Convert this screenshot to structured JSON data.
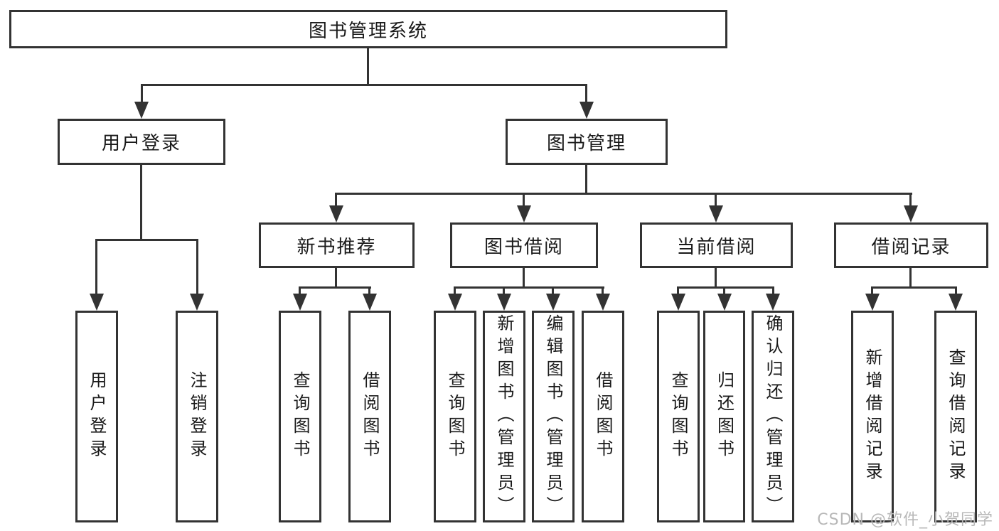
{
  "tree": {
    "root": {
      "label": "图书管理系统",
      "children": [
        {
          "label": "用户登录",
          "children": [
            {
              "label": "用户登录"
            },
            {
              "label": "注销登录"
            }
          ]
        },
        {
          "label": "图书管理",
          "children": [
            {
              "label": "新书推荐",
              "children": [
                {
                  "label": "查询图书"
                },
                {
                  "label": "借阅图书"
                }
              ]
            },
            {
              "label": "图书借阅",
              "children": [
                {
                  "label": "查询图书"
                },
                {
                  "label": "新增图书（管理员）"
                },
                {
                  "label": "编辑图书（管理员）"
                },
                {
                  "label": "借阅图书"
                }
              ]
            },
            {
              "label": "当前借阅",
              "children": [
                {
                  "label": "查询图书"
                },
                {
                  "label": "归还图书"
                },
                {
                  "label": "确认归还（管理员）"
                }
              ]
            },
            {
              "label": "借阅记录",
              "children": [
                {
                  "label": "新增借阅记录"
                },
                {
                  "label": "查询借阅记录"
                }
              ]
            }
          ]
        }
      ]
    }
  },
  "watermark": {
    "text": "CSDN @软件_小贺同学"
  },
  "colors": {
    "line": "#333333",
    "box_background": "#ffffff",
    "text": "#1a1a1a",
    "watermark": "#b8b8b8"
  }
}
